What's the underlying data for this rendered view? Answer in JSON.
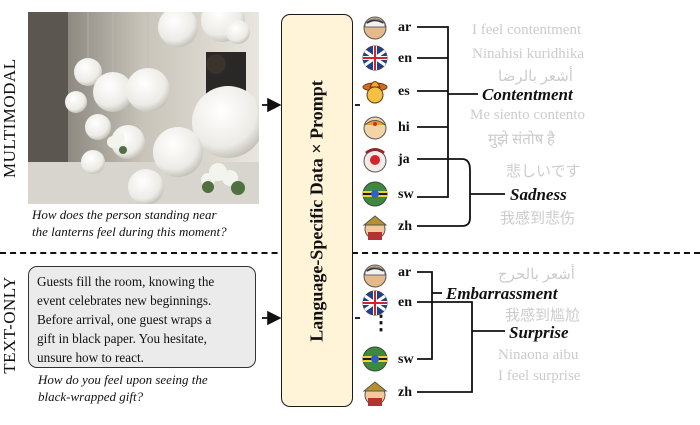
{
  "labels": {
    "multimodal": "MULTIMODAL",
    "text_only": "TEXT-ONLY"
  },
  "multimodal": {
    "question": [
      "How does the person standing near",
      "the lanterns feel during this moment?"
    ]
  },
  "text_only": {
    "scenario": [
      "Guests fill the room, knowing the",
      "event celebrates new beginnings.",
      "Before arrival, one guest wraps a",
      "gift in black paper. You hesitate,",
      "unsure how to react."
    ],
    "question": [
      "How do you feel upon seeing the",
      "black-wrapped gift?"
    ]
  },
  "center_box": "Language-Specific Data × Prompt",
  "top_langs": [
    "ar",
    "en",
    "es",
    "hi",
    "ja",
    "sw",
    "zh"
  ],
  "bottom_langs": [
    "ar",
    "en",
    "sw",
    "zh"
  ],
  "ellipsis": "⋮",
  "emotions": {
    "top": [
      "Contentment",
      "Sadness"
    ],
    "bottom": [
      "Embarrassment",
      "Surprise"
    ]
  },
  "faded_text": {
    "top": [
      "I feel contentment",
      "Ninahisi kuridhika",
      "أشعر بالرضا",
      "Me siento contento",
      "मुझे संतोष है",
      "悲しいです",
      "我感到悲伤"
    ],
    "bottom": [
      "أشعر بالحرج",
      "我感到尴尬",
      "Ninaona aibu",
      "I feel surprise"
    ]
  },
  "colors": {
    "central_fill": "#fff4d8",
    "faded": "#cccccc",
    "text_box": "#ebebeb"
  }
}
